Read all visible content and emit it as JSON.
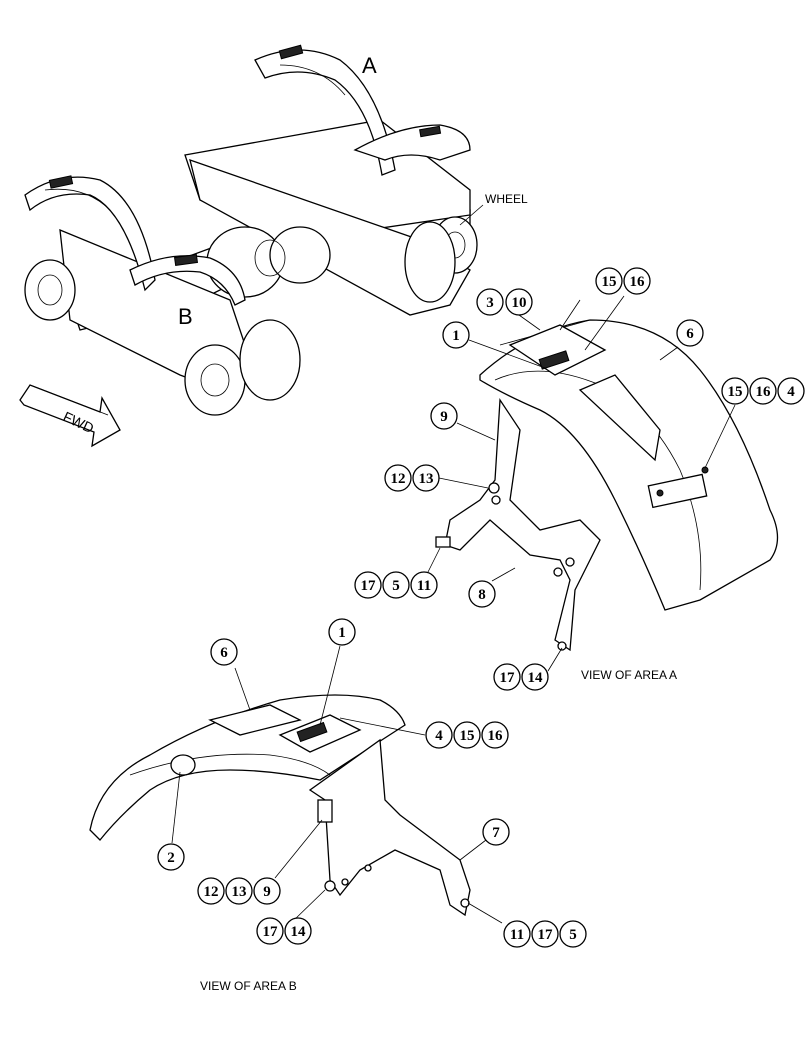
{
  "labels": {
    "letter_a": "A",
    "letter_b": "B",
    "wheel": "WHEEL",
    "fwd": "FWD",
    "view_a": "VIEW OF AREA A",
    "view_b": "VIEW OF AREA B"
  },
  "callouts": {
    "a_1": "1",
    "a_3": "3",
    "a_10": "10",
    "a_15": "15",
    "a_16": "16",
    "a_6": "6",
    "a_15b": "15",
    "a_16b": "16",
    "a_4": "4",
    "a_9": "9",
    "a_12": "12",
    "a_13": "13",
    "a_17": "17",
    "a_5": "5",
    "a_11": "11",
    "a_8": "8",
    "a_17b": "17",
    "a_14": "14",
    "b_1": "1",
    "b_6": "6",
    "b_4": "4",
    "b_15": "15",
    "b_16": "16",
    "b_2": "2",
    "b_7": "7",
    "b_12": "12",
    "b_13": "13",
    "b_9": "9",
    "b_17": "17",
    "b_14": "14",
    "b_11": "11",
    "b_17b": "17",
    "b_5": "5"
  }
}
